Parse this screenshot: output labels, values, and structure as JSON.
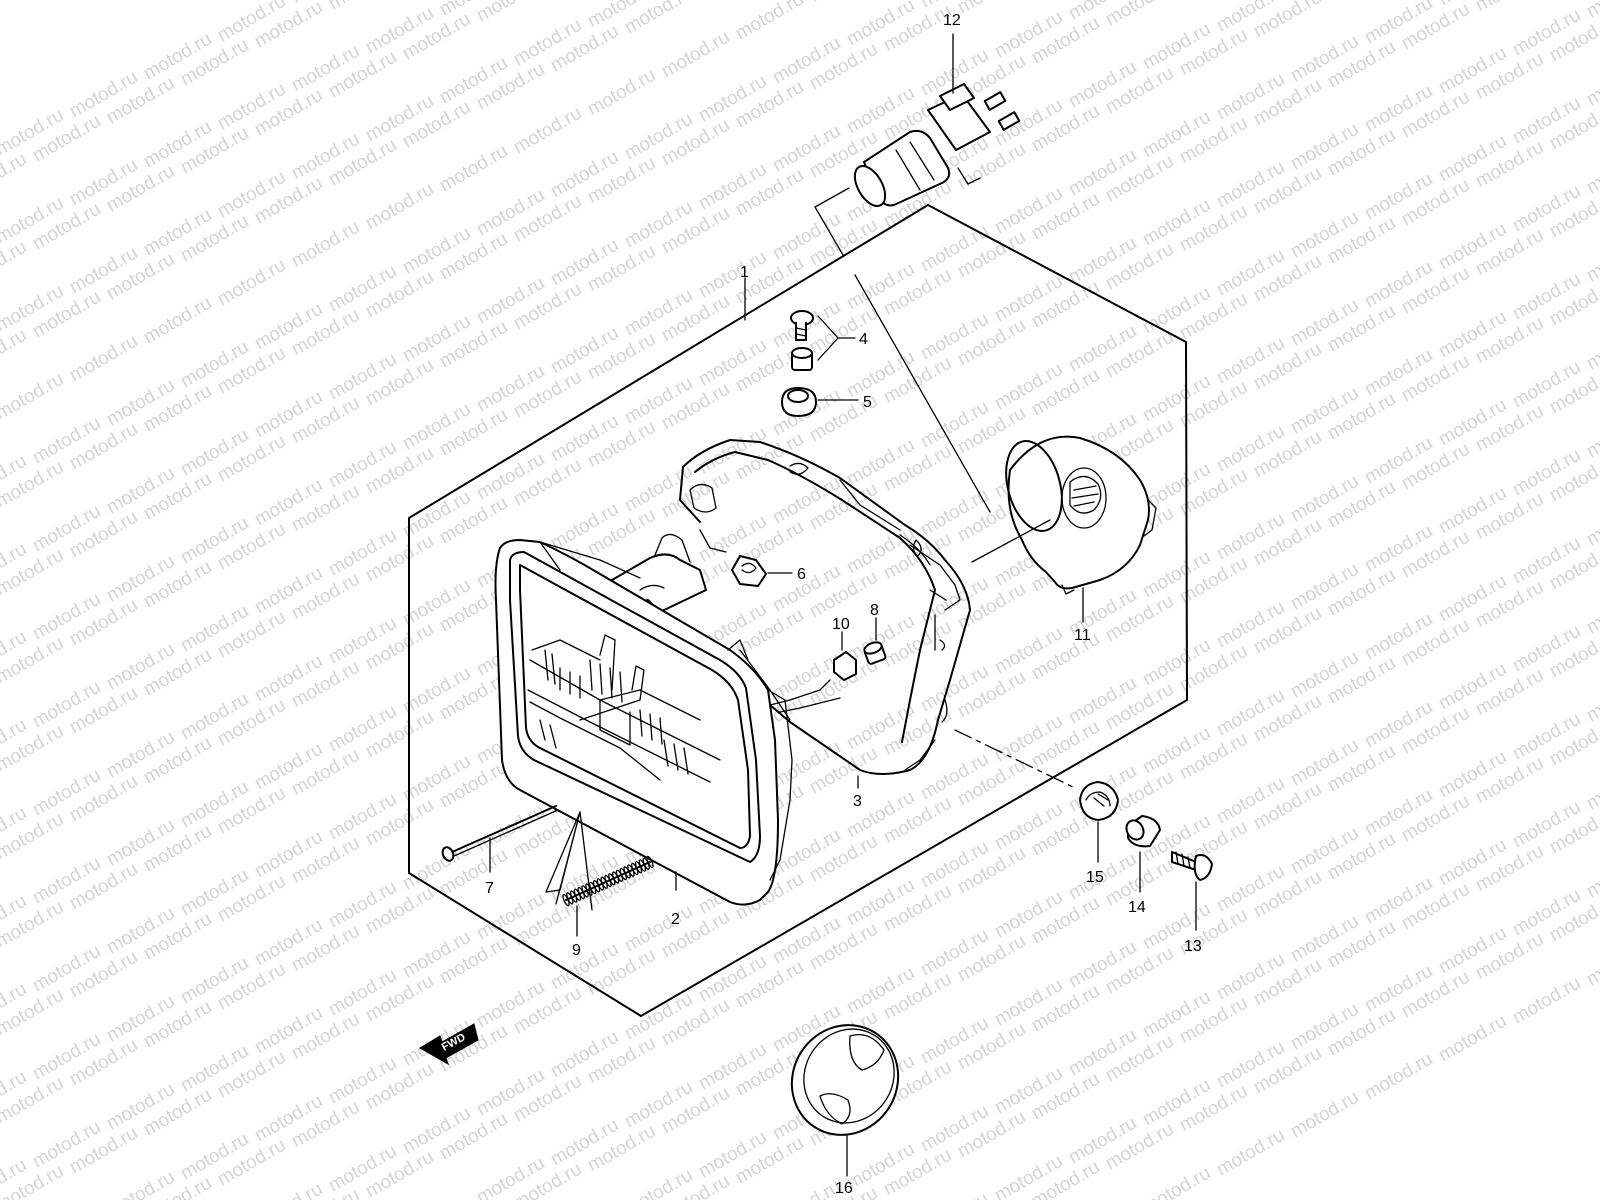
{
  "watermark": "motod.ru",
  "direction_label": "FWD",
  "callouts": {
    "c1": "1",
    "c2": "2",
    "c3": "3",
    "c4": "4",
    "c5": "5",
    "c6": "6",
    "c7": "7",
    "c8": "8",
    "c9": "9",
    "c10": "10",
    "c11": "11",
    "c12": "12",
    "c13": "13",
    "c14": "14",
    "c15": "15",
    "c16": "16"
  },
  "colors": {
    "line": "#000000",
    "watermark": "#d4d4d4",
    "background": "#ffffff"
  }
}
